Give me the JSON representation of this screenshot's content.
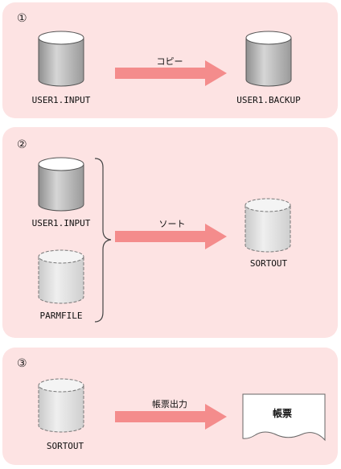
{
  "steps": [
    {
      "number": "①",
      "source_label": "USER1.INPUT",
      "action_label": "コピー",
      "target_label": "USER1.BACKUP"
    },
    {
      "number": "②",
      "input_label": "USER1.INPUT",
      "param_label": "PARMFILE",
      "action_label": "ソート",
      "output_label": "SORTOUT"
    },
    {
      "number": "③",
      "source_label": "SORTOUT",
      "action_label": "帳票出力",
      "document_label": "帳票"
    }
  ],
  "colors": {
    "panel_background": "#fde3e3",
    "arrow": "#f48c8c",
    "solid_disk_top": "#ffffff",
    "solid_disk_body": "#b9b9b9",
    "dashed_disk_body": "#e2e2e2"
  },
  "icons": {
    "solid_disk": "disk-cylinder-icon",
    "dashed_disk": "temporary-disk-cylinder-icon",
    "arrow": "right-arrow-icon",
    "brace": "right-brace-icon",
    "document": "document-icon"
  }
}
